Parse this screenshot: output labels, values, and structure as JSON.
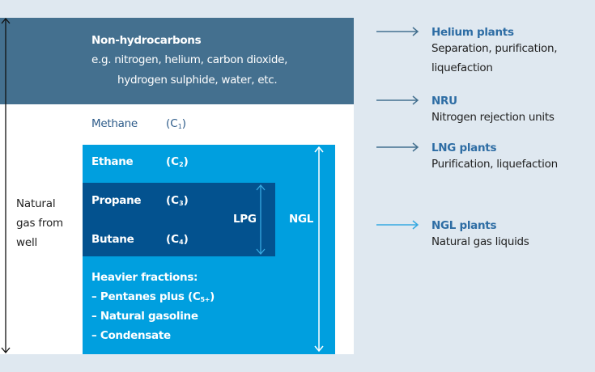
{
  "colors": {
    "background": "#dfe8f0",
    "panel": "#ffffff",
    "non_hydrocarbons": "#44708f",
    "ngl": "#009fdf",
    "lpg": "#03528f",
    "title_blue": "#2e6da4"
  },
  "left": {
    "source_label": [
      "Natural",
      "gas from",
      "well"
    ]
  },
  "non_hydrocarbons": {
    "title": "Non-hydrocarbons",
    "line1": "e.g. nitrogen, helium, carbon dioxide,",
    "line2": "hydrogen sulphide, water, etc."
  },
  "methane": {
    "name": "Methane",
    "formula": "(C",
    "sub": "1",
    "close": ")"
  },
  "ethane": {
    "name": "Ethane",
    "formula": "(C",
    "sub": "2",
    "close": ")"
  },
  "propane": {
    "name": "Propane",
    "formula": "(C",
    "sub": "3",
    "close": ")"
  },
  "butane": {
    "name": "Butane",
    "formula": "(C",
    "sub": "4",
    "close": ")"
  },
  "lpg_label": "LPG",
  "ngl_label": "NGL",
  "heavier": {
    "title": "Heavier fractions:",
    "items": [
      "– Pentanes plus (C",
      "– Natural gasoline",
      "– Condensate"
    ],
    "pentanes_sub": "5+",
    "pentanes_close": ")"
  },
  "outputs": [
    {
      "title": "Helium plants",
      "desc": [
        "Separation, purification,",
        "liquefaction"
      ]
    },
    {
      "title": "NRU",
      "desc": [
        "Nitrogen rejection units"
      ]
    },
    {
      "title": "LNG plants",
      "desc": [
        "Purification, liquefaction"
      ]
    },
    {
      "title": "NGL plants",
      "desc": [
        "Natural gas liquids"
      ]
    }
  ]
}
